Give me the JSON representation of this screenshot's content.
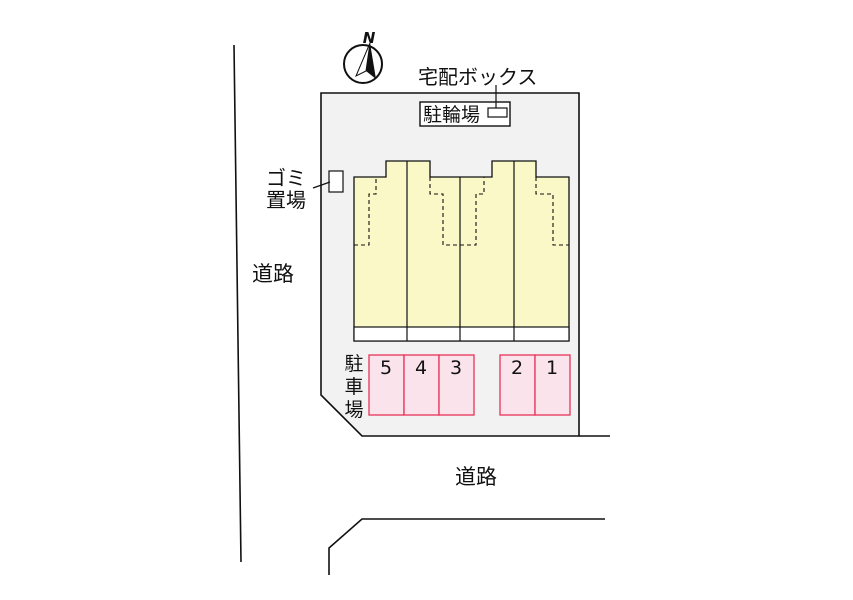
{
  "compass": {
    "north_label": "N",
    "icon": "north-arrow-icon"
  },
  "labels": {
    "delivery_box": "宅配ボックス",
    "bicycle_parking": "駐輪場",
    "garbage_line1": "ゴミ",
    "garbage_line2": "置場",
    "road_west": "道路",
    "road_south": "道路",
    "parking_char1": "駐",
    "parking_char2": "車",
    "parking_char3": "場"
  },
  "parking_spaces": [
    "5",
    "4",
    "3",
    "2",
    "1"
  ],
  "colors": {
    "site_fill": "#f2f2f2",
    "building_fill": "#fbf8c8",
    "parking_fill": "#fbe3ec",
    "parking_stroke": "#e8335a"
  }
}
